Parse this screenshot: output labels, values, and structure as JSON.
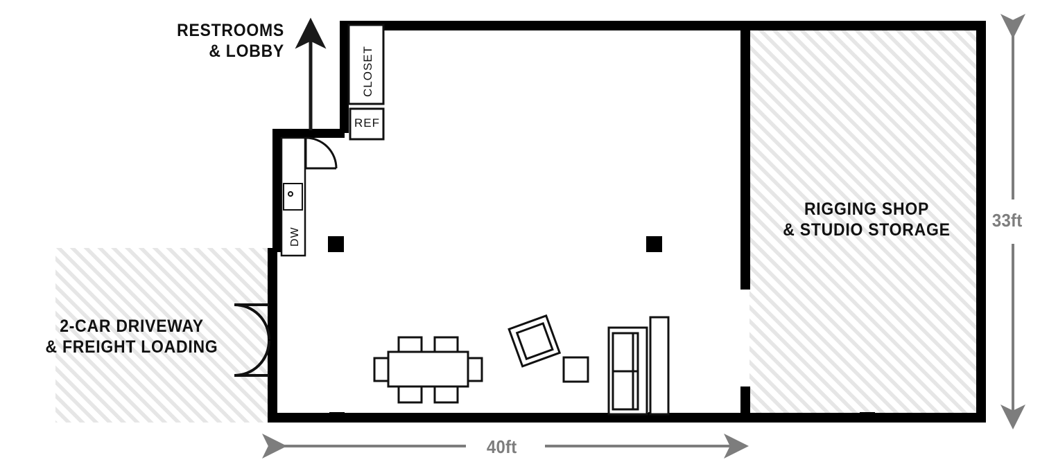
{
  "plan": {
    "title": "studio-floor-plan",
    "colors": {
      "wall": "#000000",
      "hatch_line": "#e3e3e3",
      "hatch_bg": "#ffffff",
      "furniture_stroke": "#111111",
      "dimension": "#7d7d7d",
      "label_text": "#111111"
    },
    "dimensions": {
      "width_label": "40ft",
      "height_label": "33ft"
    },
    "exterior_labels": [
      {
        "name": "restrooms-lobby",
        "line1": "RESTROOMS",
        "line2": "& LOBBY",
        "has_arrow": true,
        "arrow_direction": "up"
      },
      {
        "name": "driveway-freight",
        "line1": "2-CAR DRIVEWAY",
        "line2": "& FREIGHT LOADING",
        "has_arrow": false
      },
      {
        "name": "rigging-storage",
        "line1": "RIGGING SHOP",
        "line2": "& STUDIO STORAGE",
        "has_arrow": false
      }
    ],
    "fixtures": [
      {
        "name": "closet",
        "label": "CLOSET",
        "orientation": "vertical"
      },
      {
        "name": "refrigerator",
        "label": "REF",
        "orientation": "horizontal"
      },
      {
        "name": "dishwasher",
        "label": "DW",
        "orientation": "vertical"
      },
      {
        "name": "sink",
        "label": "",
        "orientation": "horizontal"
      }
    ],
    "furniture": [
      {
        "name": "dining-table",
        "label": "",
        "seats": 6
      },
      {
        "name": "armchair",
        "label": ""
      },
      {
        "name": "ottoman",
        "label": ""
      },
      {
        "name": "sofa",
        "label": ""
      },
      {
        "name": "shelf-unit",
        "label": ""
      }
    ],
    "structure": [
      {
        "name": "column-left",
        "label": ""
      },
      {
        "name": "column-right",
        "label": ""
      },
      {
        "name": "pilaster-bottom-left",
        "label": ""
      },
      {
        "name": "pilaster-bottom-mid",
        "label": ""
      },
      {
        "name": "pilaster-bottom-right",
        "label": ""
      }
    ],
    "doors": [
      {
        "name": "entry-door",
        "label": "",
        "type": "swing"
      },
      {
        "name": "freight-door-upper",
        "label": "",
        "type": "swing"
      },
      {
        "name": "freight-door-lower",
        "label": "",
        "type": "swing"
      }
    ]
  }
}
